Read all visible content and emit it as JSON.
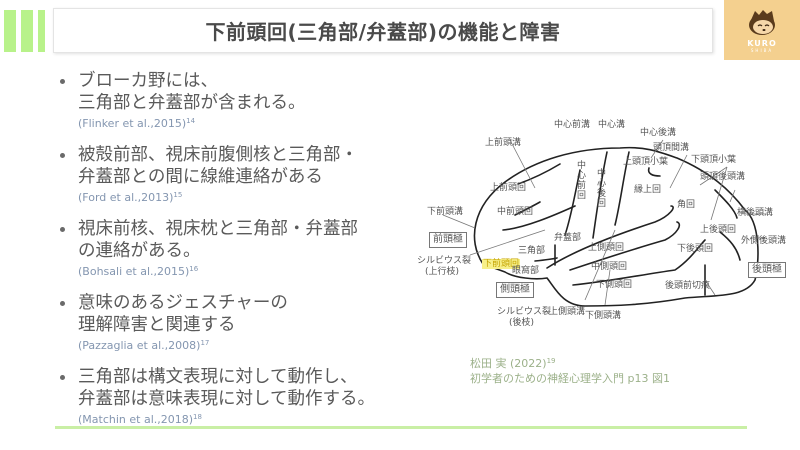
{
  "header": {
    "title": "下前頭回(三角部/弁蓋部)の機能と障害",
    "accent_color": "#b8f28a"
  },
  "logo": {
    "icon": "shiba-dog-mascot-icon",
    "text": "KURO",
    "subtext": "SHIBA",
    "background": "#f4d08f"
  },
  "bullets": [
    {
      "lines": [
        "ブローカ野には、",
        "三角部と弁蓋部が含まれる。"
      ],
      "citation": "(Flinker et al.,2015)",
      "ref": "14"
    },
    {
      "lines": [
        "被殻前部、視床前腹側核と三角部・",
        "弁蓋部との間に線維連絡がある"
      ],
      "citation": "(Ford et al.,2013)",
      "ref": "15"
    },
    {
      "lines": [
        "視床前核、視床枕と三角部・弁蓋部",
        "の連絡がある。"
      ],
      "citation": "(Bohsali et al.,2015)",
      "ref": "16"
    },
    {
      "lines": [
        "意味のあるジェスチャーの",
        "理解障害と関連する"
      ],
      "citation": "(Pazzaglia et al.,2008)",
      "ref": "17"
    },
    {
      "lines": [
        "三角部は構文表現に対して動作し、",
        "弁蓋部は意味表現に対して動作する。"
      ],
      "citation": "(Matchin et al.,2018)",
      "ref": "18"
    }
  ],
  "diagram": {
    "labels": {
      "central_sulcus_pre": "中心前溝",
      "central_sulcus": "中心溝",
      "central_sulcus_post": "中心後溝",
      "intraparietal": "頭頂間溝",
      "superior_parietal": "上頭頂小葉",
      "inferior_parietal": "下頭頂小葉",
      "parieto_occipital": "頭頂後頭溝",
      "supramarginal": "縁上回",
      "angular": "角回",
      "transverse_occipital": "横後頭溝",
      "superior_occipital": "上後頭回",
      "lateral_occipital": "外側後頭溝",
      "inferior_occipital": "下後頭回",
      "occipital_pole": "後頭極",
      "preoccipital_notch": "後頭前切痕",
      "superior_frontal_sulcus": "上前頭溝",
      "superior_frontal_gyrus": "上前頭回",
      "middle_frontal_gyrus": "中前頭回",
      "inferior_frontal_sulcus": "下前頭溝",
      "precentral_gyrus": "中心前回",
      "postcentral_gyrus": "中心後回",
      "frontal_pole": "前頭極",
      "sylvian_ascending": "シルビウス裂",
      "sylvian_ascending_sub": "(上行枝)",
      "inferior_frontal_gyrus": "下前頭回",
      "opercular": "弁蓋部",
      "triangular": "三角部",
      "orbital": "眼窩部",
      "temporal_pole": "側頭極",
      "sylvian_posterior": "シルビウス裂",
      "sylvian_posterior_sub": "(後枝)",
      "superior_temporal_sulcus": "上側頭溝",
      "inferior_temporal_sulcus": "下側頭溝",
      "superior_temporal_gyrus": "上側頭回",
      "middle_temporal_gyrus": "中側頭回",
      "inferior_temporal_gyrus": "下側頭回"
    },
    "highlight_color": "#f7f08a"
  },
  "source": {
    "author": "松田 実 (2022)",
    "ref": "19",
    "book": "初学者のための神経心理学入門  p13 図1"
  }
}
